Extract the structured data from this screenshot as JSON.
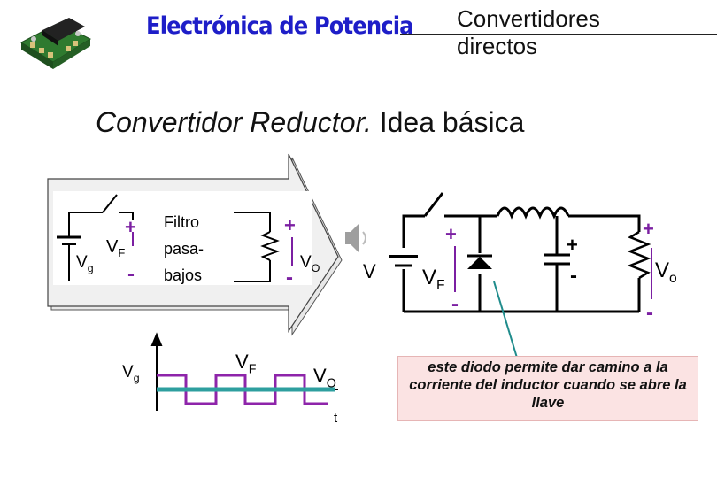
{
  "header": {
    "title": "Electrónica de Potencia",
    "right_line1": "Convertidores",
    "right_line2": "directos",
    "logo_icon": "power-module-icon"
  },
  "slide_title": {
    "italic_part": "Convertidor Reductor.",
    "rest": "Idea básica"
  },
  "block_diagram": {
    "vg": "V",
    "vg_sub": "g",
    "vf": "V",
    "vf_sub": "F",
    "plus": "+",
    "minus": "-",
    "filter_line1": "Filtro",
    "filter_line2": "pasa-",
    "filter_line3": "bajos",
    "vo": "V",
    "vo_sub": "O"
  },
  "waveform": {
    "vg": "V",
    "vg_sub": "g",
    "vf": "V",
    "vf_sub": "F",
    "vo": "V",
    "vo_sub": "O",
    "t_label": "t"
  },
  "circuit": {
    "partial_v": "V",
    "vf": "V",
    "vf_sub": "F",
    "vo": "V",
    "vo_sub": "o",
    "plus": "+",
    "minus": "-"
  },
  "note": "este diodo permite dar camino a la corriente del inductor cuando se abre la llave",
  "colors": {
    "title_blue": "#1e1ec8",
    "purple": "#7b1fa2",
    "wave_purple": "#8e24aa",
    "wave_teal": "#2e9f9f",
    "note_bg": "#fbe3e3",
    "arrow_teal": "#1f8c8c"
  }
}
